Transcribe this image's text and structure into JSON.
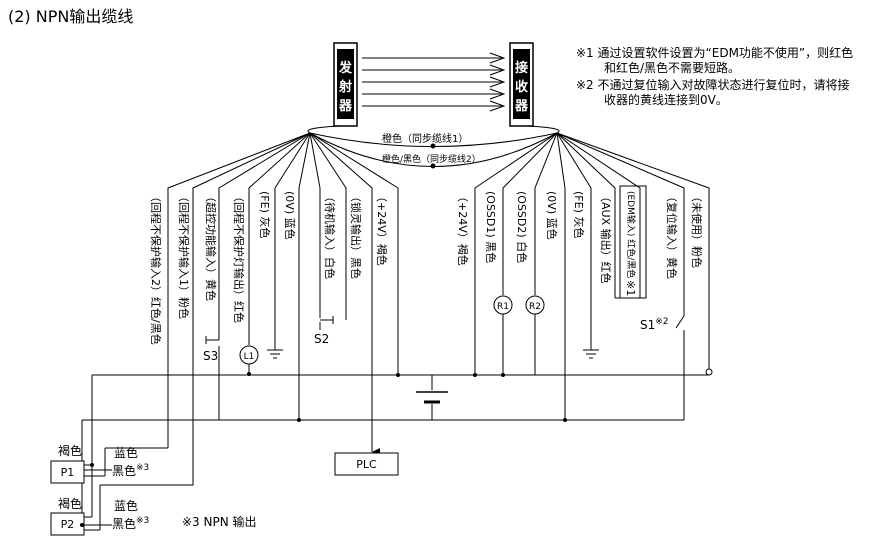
{
  "title": "(2) NPN输出缆线",
  "notes": [
    {
      "mark": "※1",
      "lines": [
        "通过设置软件设置为“EDM功能不使用”，则红色",
        "和红色/黑色不需要短路。"
      ]
    },
    {
      "mark": "※2",
      "lines": [
        "不通过复位输入对故障状态进行复位时，请将接",
        "收器的黄线连接到0V。"
      ]
    }
  ],
  "emitter": {
    "chars": [
      "发",
      "射",
      "器"
    ]
  },
  "receiver": {
    "chars": [
      "接",
      "收",
      "器"
    ]
  },
  "sync_wires": [
    {
      "label": "橙色（同步缆线1）"
    },
    {
      "label": "橙色/黑色（同步缆线2）"
    }
  ],
  "emitter_wires": [
    {
      "label": "（回程不保护输入2）红色/黑色"
    },
    {
      "label": "（回程不保护输入1）粉色"
    },
    {
      "label": "（超控功能输入）黄色"
    },
    {
      "label": "（回程不保护灯输出）红色"
    },
    {
      "label": "(FE) 灰色"
    },
    {
      "label": "(0V) 蓝色"
    },
    {
      "label": "（待机输入）白色"
    },
    {
      "label": "（锁灵输出）黑色"
    },
    {
      "label": "（+24V）褐色"
    }
  ],
  "receiver_wires": [
    {
      "label": "（+24V）褐色"
    },
    {
      "label": "(OSSD1) 黑色"
    },
    {
      "label": "(OSSD2) 白色"
    },
    {
      "label": "(0V) 蓝色"
    },
    {
      "label": "(FE) 灰色"
    },
    {
      "label": "（AUX 输出）红色"
    },
    {
      "label": "(EDM输入) 红色/黑色"
    },
    {
      "label": "（复位输入）黄色"
    },
    {
      "label": "（未使用）粉色"
    }
  ],
  "mark_1": "※1",
  "components": {
    "s1": "S1",
    "s1_mark": "※2",
    "s2": "S2",
    "s3": "S3",
    "l1": "L1",
    "r1": "R1",
    "r2": "R2",
    "plc": "PLC",
    "p1": "P1",
    "p2": "P2"
  },
  "p_wires": {
    "brown": "褐色",
    "blue": "蓝色",
    "black": "黑色",
    "mark": "※3"
  },
  "footnote": "※3 NPN 输出"
}
